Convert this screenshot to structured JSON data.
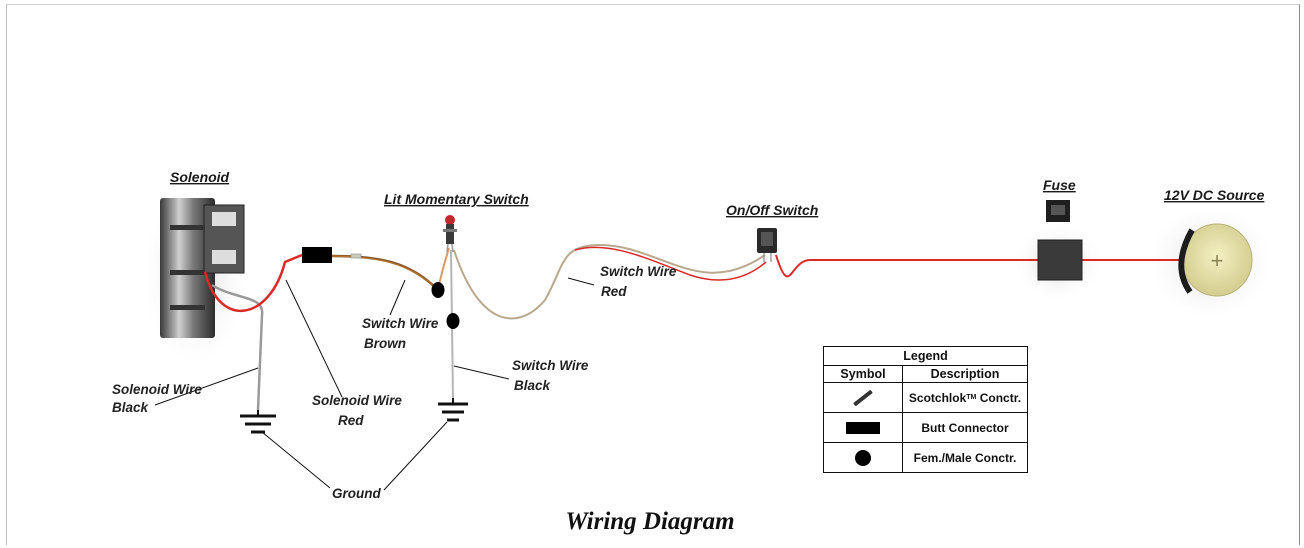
{
  "components": {
    "solenoid": "Solenoid",
    "lit_momentary_switch": "Lit Momentary Switch",
    "on_off_switch": "On/Off Switch",
    "fuse": "Fuse",
    "dc_source": "12V DC Source",
    "dc_source_symbol": "+"
  },
  "wire_labels": {
    "solenoid_wire_black": [
      "Solenoid Wire",
      "Black"
    ],
    "solenoid_wire_red": [
      "Solenoid Wire",
      "Red"
    ],
    "switch_wire_brown": [
      "Switch Wire",
      "Brown"
    ],
    "switch_wire_black": [
      "Switch Wire",
      "Black"
    ],
    "switch_wire_red": [
      "Switch Wire",
      "Red"
    ],
    "ground": "Ground"
  },
  "legend": {
    "title": "Legend",
    "col_symbol": "Symbol",
    "col_description": "Description",
    "rows": [
      {
        "desc": "Scotchlok",
        "superscript": "TM",
        "suffix": " Conctr."
      },
      {
        "desc": "Butt Connector"
      },
      {
        "desc": "Fem./Male Conctr."
      }
    ]
  },
  "caption": "Wiring Diagram",
  "colors": {
    "wire_red": "#d92a2a",
    "wire_gray": "#9a9a9a",
    "wire_tan": "#b8a98e",
    "wire_brown": "#8a5a2b",
    "source_fill": "#ebe6a8"
  }
}
